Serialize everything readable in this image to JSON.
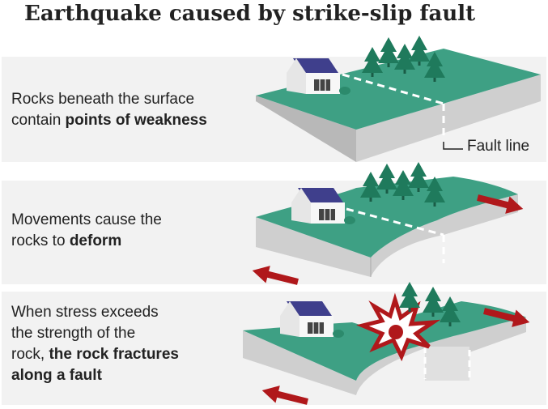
{
  "title": "Earthquake caused by strike-slip fault",
  "panels": [
    {
      "text_plain_1": "Rocks beneath the surface",
      "text_plain_2": "contain ",
      "text_bold": "points of weakness"
    },
    {
      "text_plain_1": "Movements cause the",
      "text_plain_2": "rocks to ",
      "text_bold": "deform"
    },
    {
      "text_plain_1": "When stress exceeds",
      "text_plain_2": "the strength of the",
      "text_plain_3": "rock, ",
      "text_bold_1": "the rock fractures",
      "text_bold_2": "along a fault"
    }
  ],
  "fault_label": "Fault line",
  "colors": {
    "ground": "#3ea084",
    "rock_side": "#cfcfcf",
    "rock_side_dark": "#b8b8b8",
    "tree": "#1f7a5c",
    "house_wall": "#f4f4f4",
    "roof": "#3f3f8c",
    "arrow": "#b0181b",
    "panel_bg": "#f2f2f2"
  }
}
